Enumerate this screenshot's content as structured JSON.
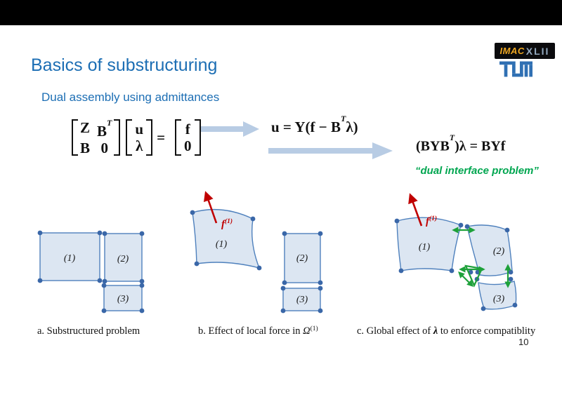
{
  "slide": {
    "title": "Basics of substructuring",
    "subtitle": "Dual assembly using admittances",
    "page_number": "10"
  },
  "logos": {
    "imac_text": "IMAC",
    "imac_suffix": "XLII",
    "tum": "TUM"
  },
  "equations": {
    "matrix": {
      "z": "Z",
      "bt_base": "B",
      "bt_sup": "T",
      "b": "B",
      "zero": "0",
      "u": "u",
      "lambda": "λ",
      "eq": "=",
      "f": "f",
      "zero2": "0"
    },
    "eq2": {
      "pre": "u = Y(f − B",
      "sup": "T",
      "post": "λ)"
    },
    "eq3": {
      "pre": "(BYB",
      "sup": "T",
      "post": ")λ = BYf"
    },
    "note": "“dual interface problem”"
  },
  "diagrams": {
    "a": {
      "label1": "(1)",
      "label2": "(2)",
      "label3": "(3)",
      "caption": "a. Substructured problem"
    },
    "b": {
      "label1": "(1)",
      "label2": "(2)",
      "label3": "(3)",
      "force_base": "f",
      "force_sup": "(1)",
      "caption_pre": "b. Effect of local force in ",
      "caption_omega": "Ω",
      "caption_sup": "(1)"
    },
    "c": {
      "label1": "(1)",
      "label2": "(2)",
      "label3": "(3)",
      "force_base": "f",
      "force_sup": "(1)",
      "caption_pre": "c. Global effect of ",
      "caption_lambda": "λ",
      "caption_post": " to enforce compatiblity"
    }
  },
  "colors": {
    "title_blue": "#1c6eb4",
    "shape_fill": "#dce6f2",
    "shape_stroke": "#4f81bd",
    "node_blue": "#3a67a8",
    "flow_arrow_lightblue": "#b8cce4",
    "force_red": "#c00000",
    "lambda_green": "#1ea13a",
    "note_green": "#00a650",
    "tum_blue": "#3070b3",
    "imac_yellow": "#f0a822"
  }
}
